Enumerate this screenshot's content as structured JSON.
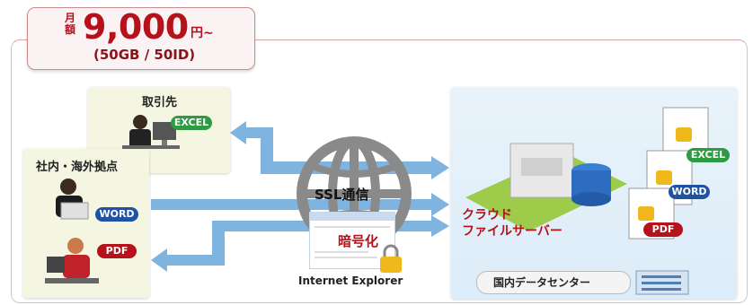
{
  "price": {
    "vertical_label": "月額",
    "amount": "9,000",
    "unit": "円~",
    "detail": "(50GB / 50ID)"
  },
  "client": {
    "title": "取引先",
    "badge": "EXCEL"
  },
  "office": {
    "title": "社内・海外拠点",
    "badges": [
      "WORD",
      "PDF"
    ]
  },
  "network": {
    "ssl": "SSL通信",
    "encryption": "暗号化",
    "browser": "Internet Explorer"
  },
  "cloud": {
    "title_lines": [
      "クラウド",
      "ファイルサーバー"
    ],
    "datacenter": "国内データセンター",
    "files": [
      "EXCEL",
      "WORD",
      "PDF"
    ]
  },
  "colors": {
    "accent_red": "#b5121b",
    "arrow_blue": "#6fa9dc",
    "word_blue": "#1f52a3",
    "excel_green": "#2e9a42"
  }
}
